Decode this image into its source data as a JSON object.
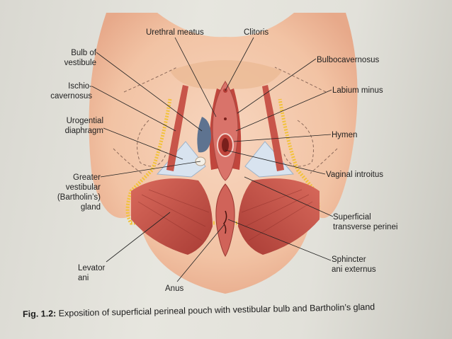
{
  "labels": {
    "urethral_meatus": "Urethral meatus",
    "clitoris": "Clitoris",
    "bulb_of_vestibule": "Bulb of\nvestibule",
    "bulbocavernosus": "Bulbocavernosus",
    "ischiocavernosus": "Ischio-\ncavernosus",
    "labium_minus": "Labium minus",
    "urogential_diaphragm": "Urogential\ndiaphragm",
    "hymen": "Hymen",
    "greater_vestibular_gland": "Greater\nvestibular\n(Bartholin’s)\ngland",
    "vaginal_introitus": "Vaginal introitus",
    "superficial_transverse_perinei": "Superficial\ntransverse perinei",
    "levator_ani": "Levator\nani",
    "sphincter_ani_externus": "Sphincter\nani externus",
    "anus": "Anus"
  },
  "caption": {
    "number": "Fig. 1.2:",
    "text": " Exposition of superficial perineal pouch with vestibular bulb and Bartholin’s gland"
  },
  "colors": {
    "skin": "#f2c3a4",
    "muscle": "#c8554a",
    "membrane": "#d8e3ef",
    "fat_border": "#f2c23a"
  }
}
